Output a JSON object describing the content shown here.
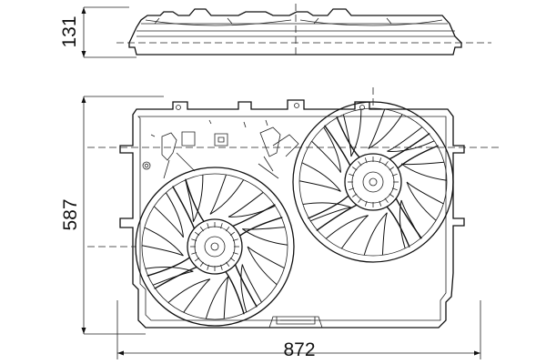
{
  "dimensions": {
    "height_side": "131",
    "height_front": "587",
    "width": "872"
  },
  "colors": {
    "line": "#111111",
    "background": "#ffffff"
  }
}
